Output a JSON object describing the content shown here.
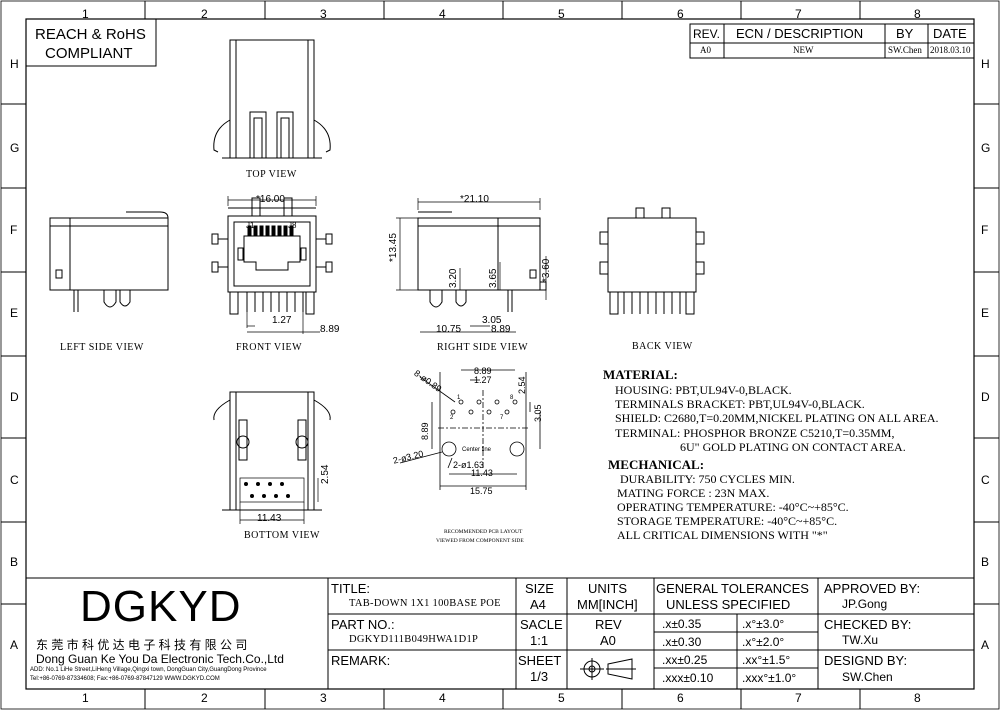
{
  "grid": {
    "columns": [
      "1",
      "2",
      "3",
      "4",
      "5",
      "6",
      "7",
      "8"
    ],
    "rows": [
      "H",
      "G",
      "F",
      "E",
      "D",
      "C",
      "B",
      "A"
    ]
  },
  "compliance": {
    "line1": "REACH & RoHS",
    "line2": "COMPLIANT"
  },
  "revision_table": {
    "headers": [
      "REV.",
      "ECN / DESCRIPTION",
      "BY",
      "DATE"
    ],
    "rows": [
      [
        "A0",
        "NEW",
        "SW.Chen",
        "2018.03.10"
      ]
    ]
  },
  "views": {
    "top": "TOP VIEW",
    "left": "LEFT SIDE VIEW",
    "front": "FRONT VIEW",
    "right": "RIGHT SIDE VIEW",
    "back": "BACK VIEW",
    "bottom": "BOTTOM VIEW"
  },
  "front_labels": {
    "j1": "J1",
    "j8": "J8"
  },
  "dimensions": {
    "width_front": "*16.00",
    "pitch_front": "1.27",
    "span_front": "8.89",
    "length_right": "*21.10",
    "height_right": "*13.45",
    "d_320": "3.20",
    "d_365": "3.65",
    "d_360": "*3.60",
    "d_305": "3.05",
    "d_1075": "10.75",
    "d_889r": "8.89",
    "bottom_254": "2.54",
    "bottom_1143": "11.43",
    "pcb_889_top": "8.89",
    "pcb_127": "1.27",
    "pcb_254": "2.54",
    "pcb_holes": "8-ø0.89",
    "pcb_889_side": "8.89",
    "pcb_305": "3.05",
    "pcb_big_holes": "2-ø3.20",
    "pcb_small_holes": "2-ø1.63",
    "pcb_1143": "11.43",
    "pcb_1575": "15.75",
    "centerline": "Center line",
    "pin1": "1",
    "pin2": "2",
    "pin7": "7",
    "pin8": "8"
  },
  "pcb_notes": {
    "line1": "RECOMMENDED PCB LAYOUT",
    "line2": "VIEWED FROM COMPONENT SIDE"
  },
  "material": {
    "heading": "MATERIAL:",
    "lines": [
      "HOUSING: PBT,UL94V-0,BLACK.",
      "TERMINALS BRACKET:  PBT,UL94V-0,BLACK.",
      "SHIELD: C2680,T=0.20MM,NICKEL  PLATING ON ALL AREA.",
      "TERMINAL: PHOSPHOR BRONZE  C5210,T=0.35MM,",
      "6U\" GOLD PLATING ON CONTACT AREA."
    ]
  },
  "mechanical": {
    "heading": "MECHANICAL:",
    "lines": [
      "DURABILITY:  750 CYCLES MIN.",
      "MATING FORCE : 23N MAX.",
      "OPERATING TEMPERATURE:  -40°C~+85°C.",
      "STORAGE TEMPERATURE:  -40°C~+85°C.",
      "ALL CRITICAL DIMENSIONS WITH \"*\""
    ]
  },
  "title_block": {
    "company_logo": "DGKYD",
    "company_cn": "东 莞 市 科 优 达 电 子 科 技 有 限 公 司",
    "company_en": "Dong Guan Ke You Da Electronic Tech.Co.,Ltd",
    "company_addr": "ADD: No.1 LiHe Street,LiHeng Village,Qingxi town, DongGuan City,GuangDong Province",
    "company_tel": "Tel:+86-0769-87334608; Fax:+86-0769-87847129  WWW.DGKYD.COM",
    "title_label": "TITLE:",
    "title_value": "TAB-DOWN 1X1 100BASE POE",
    "size_label": "SIZE",
    "size_value": "A4",
    "units_label": "UNITS",
    "units_value": "MM[INCH]",
    "tol_label1": "GENERAL TOLERANCES",
    "tol_label2": "UNLESS SPECIFIED",
    "tolerances": [
      [
        ".x±0.35",
        ".x°±3.0°"
      ],
      [
        ".x±0.30",
        ".x°±2.0°"
      ],
      [
        ".xx±0.25",
        ".xx°±1.5°"
      ],
      [
        ".xxx±0.10",
        ".xxx°±1.0°"
      ]
    ],
    "partno_label": "PART NO.:",
    "partno_value": "DGKYD111B049HWA1D1P",
    "scale_label": "SACLE",
    "scale_value": "1:1",
    "rev_label": "REV",
    "rev_value": "A0",
    "remark_label": "REMARK:",
    "sheet_label": "SHEET",
    "sheet_value": "1/3",
    "approved_label": "APPROVED BY:",
    "approved_value": "JP.Gong",
    "checked_label": "CHECKED BY:",
    "checked_value": "TW.Xu",
    "designed_label": "DESIGND BY:",
    "designed_value": "SW.Chen"
  }
}
